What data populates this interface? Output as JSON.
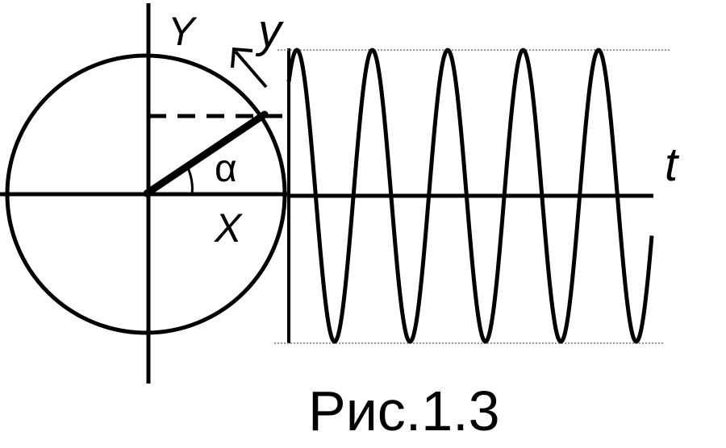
{
  "labels": {
    "y_axis": "Y",
    "projection": "y",
    "x_axis": "X",
    "angle": "α",
    "time": "t"
  },
  "caption": "Рис.1.3",
  "colors": {
    "ink": "#000000",
    "guide": "#777777"
  }
}
